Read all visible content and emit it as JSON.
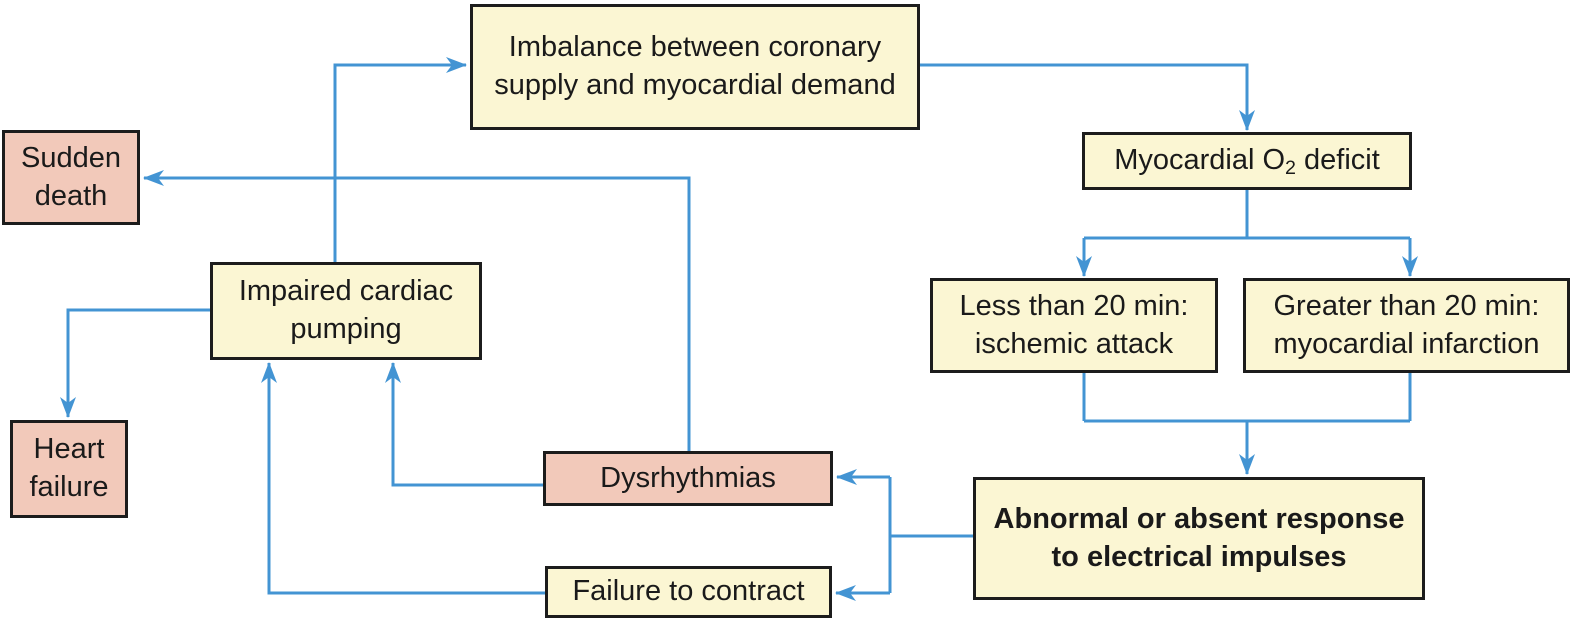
{
  "diagram": {
    "type": "flowchart",
    "colors": {
      "node_yellow": "#fbf6d3",
      "node_pink": "#f2c9ba",
      "node_border": "#1c1c1c",
      "arrow_blue": "#4394d3",
      "background": "#ffffff",
      "text": "#1a1a1a"
    },
    "nodes": {
      "imbalance": {
        "label": "Imbalance between coronary supply and myocardial demand",
        "fill": "yellow"
      },
      "sudden_death": {
        "label": "Sudden death",
        "fill": "pink"
      },
      "myocardial_o2": {
        "label": "Myocardial O2 deficit",
        "label_prefix": "Myocardial O",
        "label_sub": "2",
        "label_suffix": " deficit",
        "fill": "yellow"
      },
      "impaired": {
        "label": "Impaired cardiac pumping",
        "fill": "yellow"
      },
      "less_than": {
        "label": "Less than 20 min: ischemic attack",
        "fill": "yellow"
      },
      "greater_than": {
        "label": "Greater than 20 min: myocardial infarction",
        "fill": "yellow"
      },
      "heart_failure": {
        "label": "Heart failure",
        "fill": "pink"
      },
      "dysrhythmias": {
        "label": "Dysrhythmias",
        "fill": "pink"
      },
      "abnormal": {
        "label": "Abnormal or absent response to electrical impulses",
        "fill": "yellow",
        "bold": true
      },
      "failure_contract": {
        "label": "Failure to contract",
        "fill": "yellow"
      }
    },
    "edges": [
      {
        "from": "impaired",
        "to": "imbalance"
      },
      {
        "from": "imbalance",
        "to": "myocardial_o2"
      },
      {
        "from": "myocardial_o2",
        "to": "less_than"
      },
      {
        "from": "myocardial_o2",
        "to": "greater_than"
      },
      {
        "from": "less_than",
        "to": "abnormal"
      },
      {
        "from": "greater_than",
        "to": "abnormal"
      },
      {
        "from": "abnormal",
        "to": "dysrhythmias"
      },
      {
        "from": "abnormal",
        "to": "failure_contract"
      },
      {
        "from": "dysrhythmias",
        "to": "sudden_death"
      },
      {
        "from": "dysrhythmias",
        "to": "impaired"
      },
      {
        "from": "failure_contract",
        "to": "impaired"
      },
      {
        "from": "impaired",
        "to": "heart_failure"
      }
    ]
  }
}
